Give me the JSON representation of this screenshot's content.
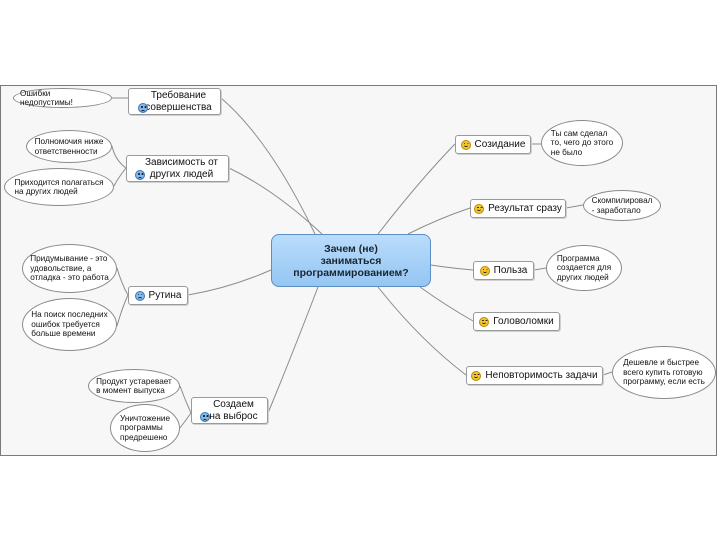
{
  "central": {
    "label": "Зачем (не)\nзаниматься\nпрограммированием?"
  },
  "left_topics": {
    "perfection": {
      "label": "Требование\nсовершенства",
      "icon": "sad-face-icon"
    },
    "dependence": {
      "label": "Зависимость от\nдругих людей",
      "icon": "sad-face-icon"
    },
    "routine": {
      "label": "Рутина",
      "icon": "sad-face-icon"
    },
    "discard": {
      "label": "Создаем\nна выброс",
      "icon": "sad-face-icon"
    }
  },
  "right_topics": {
    "creation": {
      "label": "Созидание",
      "icon": "happy-face-icon"
    },
    "result": {
      "label": "Результат сразу",
      "icon": "happy-face-icon"
    },
    "benefit": {
      "label": "Польза",
      "icon": "happy-face-icon"
    },
    "puzzles": {
      "label": "Головоломки",
      "icon": "happy-face-icon"
    },
    "uniqueness": {
      "label": "Неповторимость задачи",
      "icon": "happy-face-icon"
    }
  },
  "notes": {
    "errors": "Ошибки недопустимы!",
    "authority": "Полномочия ниже\nответственности",
    "adapt": "Приходится полагаться\nна других людей",
    "invent": "Придумывание - это\nудовольствие, а\nотладка - это работа",
    "bugs": "На поиск последних\nошибок требуется\nбольше времени",
    "obsolete": "Продукт устаревает\nв момент выпуска",
    "destroy": "Уничтожение\nпрограммы\nпредрешено",
    "made": "Ты сам сделал\nто, чего до этого\nне было",
    "compiled": "Скомпилировал\n- заработало",
    "program": "Программа\nсоздается для\nдругих людей",
    "cheaper": "Дешевле и быстрее\nвсего купить готовую\nпрограмму, если есть"
  },
  "colors": {
    "central_fill": "#a9d2f7",
    "happy_icon": "#f4c430",
    "sad_icon": "#7fb8ec",
    "link_line": "#8c8c8c"
  }
}
